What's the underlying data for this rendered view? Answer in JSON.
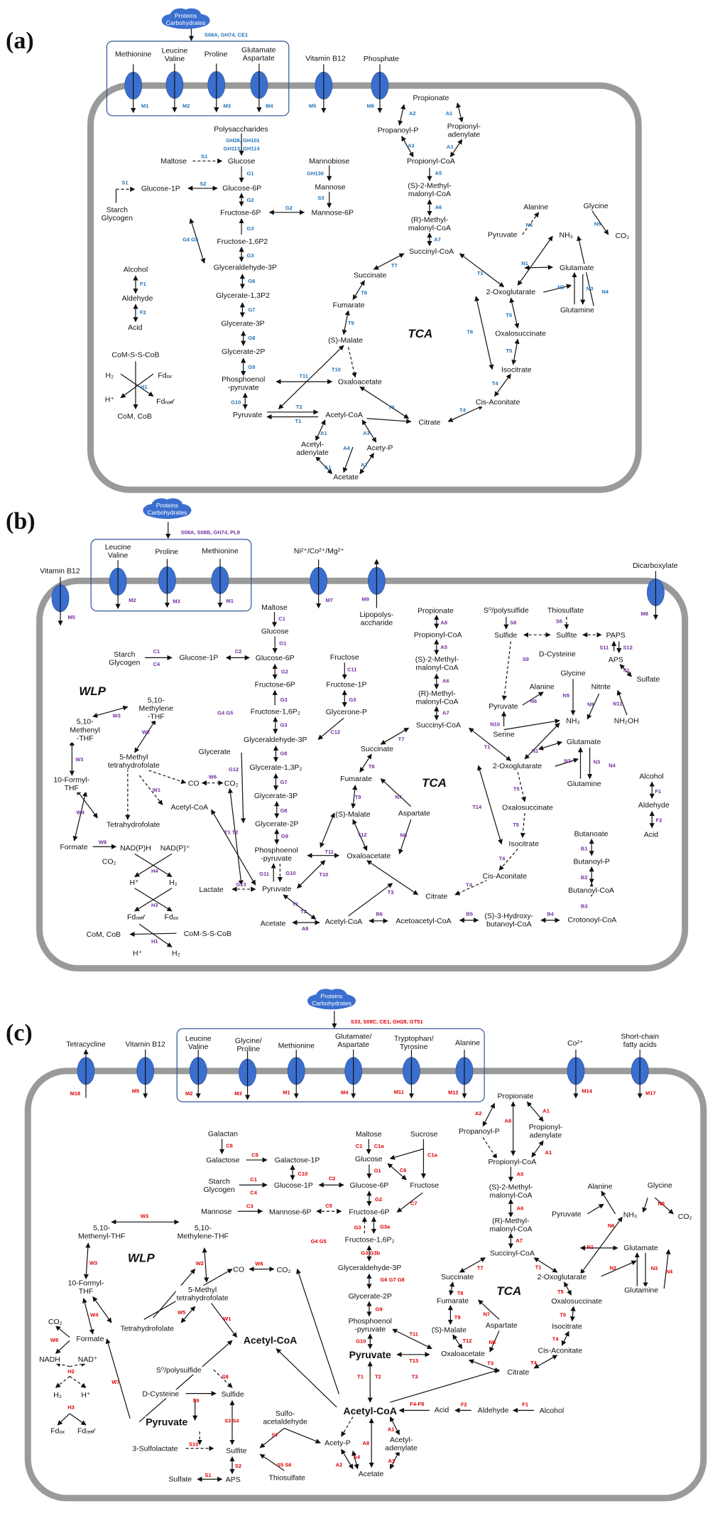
{
  "colors": {
    "panel_a_enzymes": "#1f72b8",
    "panel_b_enzymes": "#7030a0",
    "panel_c_enzymes": "#e00000",
    "membrane": "#9a9a9a",
    "transporter": "#3a6fd0",
    "cloud": "#3a6fd0"
  },
  "panels": [
    {
      "label": "(a)",
      "cloud": [
        "Proteins",
        "Carbohydrates"
      ],
      "cloud_enzymes": "S08A, GH74, CE1",
      "transporters": [
        {
          "substrate": "Methionine",
          "id": "M1"
        },
        {
          "substrate": "Leucine\nValine",
          "id": "M2"
        },
        {
          "substrate": "Proline",
          "id": "M3"
        },
        {
          "substrate": "Glutamate\nAspartate",
          "id": "M4"
        },
        {
          "substrate": "Vitamin B12",
          "id": "M5"
        },
        {
          "substrate": "Phosphate",
          "id": "M6"
        }
      ],
      "pathway_labels": [
        "TCA"
      ],
      "metabolites": [
        "Propionate",
        "Propanoyl-P",
        "Propionyl-\nadenylate",
        "Propionyl-CoA",
        "(S)-2-Methyl-\nmalonyl-CoA",
        "(R)-Methyl-\nmalonyl-CoA",
        "Succinyl-CoA",
        "Polysaccharides",
        "Maltose",
        "Glucose",
        "Mannobiose",
        "Mannose",
        "Glucose-1P",
        "Glucose-6P",
        "Starch\nGlycogen",
        "Fructose-6P",
        "Mannose-6P",
        "Fructose-1,6P2",
        "Glyceraldehyde-3P",
        "Glycerate-1,3P2",
        "Glycerate-3P",
        "Glycerate-2P",
        "Phosphoenol\n-pyruvate",
        "Pyruvate",
        "Acetyl-CoA",
        "Acetyl-\nadenylate",
        "Acety-P",
        "Acetate",
        "Alcohol",
        "Aldehyde",
        "Acid",
        "CoM-S-S-CoB",
        "H₂",
        "Fdₒₓ",
        "H⁺",
        "Fdᵣₑ𝒹",
        "CoM, CoB",
        "Succinate",
        "Fumarate",
        "(S)-Malate",
        "Oxaloacetate",
        "Citrate",
        "Cis-Aconitate",
        "Isocitrate",
        "Oxalosuccinate",
        "2-Oxoglutarate",
        "Glutamate",
        "Glutamine",
        "NH₃",
        "Alanine",
        "Glycine",
        "Pyruvate",
        "CO₂"
      ],
      "enzymes": [
        "A2",
        "A1",
        "A3",
        "A1",
        "A5",
        "A6",
        "A7",
        "GH28, GH101",
        "GH113, GH114",
        "S1",
        "G1",
        "S1",
        "S2",
        "GH130",
        "S3",
        "G2",
        "G2",
        "G3",
        "G4 G5",
        "G3",
        "G6",
        "G7",
        "G8",
        "G9",
        "G10",
        "T11",
        "T10",
        "T2",
        "T1",
        "A1",
        "A3",
        "A4",
        "A1",
        "A2",
        "T3",
        "T4",
        "T4",
        "T5",
        "T5",
        "T6",
        "T1",
        "T7",
        "T8",
        "T9",
        "F1",
        "F2",
        "H1",
        "N1",
        "N2",
        "N3",
        "N4",
        "N5",
        "N6"
      ]
    },
    {
      "label": "(b)",
      "cloud": [
        "Proteins",
        "Carbohydrates"
      ],
      "cloud_enzymes": "S08A, S08B, GH74, PL9",
      "transporters": [
        {
          "substrate": "Leucine\nValine",
          "id": "M2"
        },
        {
          "substrate": "Proline",
          "id": "M3"
        },
        {
          "substrate": "Methionine",
          "id": "M1"
        },
        {
          "substrate": "Vitamin B12",
          "id": "M5"
        },
        {
          "substrate": "Ni²⁺/Co²⁺/Mg²⁺",
          "id": "M7"
        },
        {
          "substrate": "Lipopolys-\naccharide",
          "id": "M9"
        },
        {
          "substrate": "Dicarboxylate",
          "id": "M8"
        }
      ],
      "pathway_labels": [
        "WLP",
        "TCA"
      ],
      "metabolites": [
        "Maltose",
        "Glucose",
        "Starch\nGlycogen",
        "Glucose-1P",
        "Glucose-6P",
        "Fructose",
        "Fructose-6P",
        "Fructose-1P",
        "Fructose-1,6P₂",
        "Glycerone-P",
        "Glyceraldehyde-3P",
        "Glycerate",
        "Glycerate-1,3P₂",
        "Glycerate-3P",
        "Glycerate-2P",
        "Phosphoenol\n-pyruvate",
        "Pyruvate",
        "Lactate",
        "Acetate",
        "Acetyl-CoA",
        "Acetoacetyl-CoA",
        "(S)-3-Hydroxy-\nbutanoyl-CoA",
        "Crotonoyl-CoA",
        "Butanoyl-CoA",
        "Butanoyl-P",
        "Butanoate",
        "Alcohol",
        "Aldehyde",
        "Acid",
        "Propionate",
        "Propionyl-CoA",
        "(S)-2-Methyl-\nmalonyl-CoA",
        "(R)-Methyl-\nmalonyl-CoA",
        "Succinyl-CoA",
        "Succinate",
        "Fumarate",
        "(S)-Malate",
        "Aspartate",
        "Oxaloacetate",
        "Citrate",
        "Cis-Aconitate",
        "Isocitrate",
        "Oxalosuccinate",
        "2-Oxoglutarate",
        "Glutamate",
        "Glutamine",
        "NH₃",
        "Serine",
        "Pyruvate",
        "Alanine",
        "Glycine",
        "Nitrite",
        "NH₂OH",
        "S⁰/polysulfide",
        "Thiosulfate",
        "Sulfide",
        "Sulfite",
        "PAPS",
        "D-Cysteine",
        "APS",
        "Sulfate",
        "5,10-\nMethylene\n-THF",
        "5,10-\nMethenyl\n-THF",
        "5-Methyl\ntetrahydrofolate",
        "10-Formyl-\nTHF",
        "CO",
        "CO₂",
        "Acetyl-CoA",
        "Tetrahydrofolate",
        "Formate",
        "CO₂",
        "NAD(P)H",
        "NAD(P)⁺",
        "H⁺",
        "H₂",
        "Fdᵣₑ𝒹",
        "Fdₒₓ",
        "CoM, CoB",
        "CoM-S-S-CoB",
        "H⁺",
        "H₂"
      ],
      "enzymes": [
        "C1",
        "G1",
        "C1",
        "C4",
        "C2",
        "G2",
        "C11",
        "G3",
        "G3",
        "G4 G5",
        "G3",
        "C12",
        "G6",
        "G12",
        "G7",
        "G8",
        "G9",
        "G11",
        "G10",
        "T1 T2",
        "G13",
        "T1",
        "T2",
        "A8",
        "B6",
        "B5",
        "B4",
        "B3",
        "B2",
        "B1",
        "F1",
        "F2",
        "A8",
        "A5",
        "A6",
        "A7",
        "T7",
        "T8",
        "T9",
        "T12",
        "N7",
        "N8",
        "T11",
        "T10",
        "T3",
        "T4",
        "T4",
        "T5",
        "T5",
        "T14",
        "T1",
        "N1",
        "N2",
        "N3",
        "N4",
        "N5",
        "N6",
        "N9",
        "N10",
        "N11",
        "S8",
        "S6",
        "S9",
        "S11",
        "S12",
        "S1",
        "W3",
        "W2",
        "W3",
        "W1",
        "W6",
        "W4",
        "W8",
        "H4",
        "H3",
        "H1"
      ]
    },
    {
      "label": "(c)",
      "cloud": [
        "Proteins",
        "Carbohydrates"
      ],
      "cloud_enzymes": "S33, S09C, CE1, GH28, GT51",
      "transporters": [
        {
          "substrate": "Tetracycline",
          "id": "M18"
        },
        {
          "substrate": "Vitamin B12",
          "id": "M5"
        },
        {
          "substrate": "Leucine\nValine",
          "id": "M2"
        },
        {
          "substrate": "Glycine/\nProline",
          "id": "M3"
        },
        {
          "substrate": "Methionine",
          "id": "M1"
        },
        {
          "substrate": "Glutamate/\nAspartate",
          "id": "M4"
        },
        {
          "substrate": "Tryptophan/\nTyrosine",
          "id": "M11"
        },
        {
          "substrate": "Alanine",
          "id": "M12"
        },
        {
          "substrate": "Co²⁺",
          "id": "M14"
        },
        {
          "substrate": "Short-chain\nfatty acids",
          "id": "M17"
        }
      ],
      "pathway_labels": [
        "WLP",
        "TCA"
      ],
      "metabolites": [
        "Propionate",
        "Propanoyl-P",
        "Propionyl-\nadenylate",
        "Propionyl-CoA",
        "(S)-2-Methyl-\nmalonyl-CoA",
        "(R)-Methyl-\nmalonyl-CoA",
        "Succinyl-CoA",
        "Succinate",
        "Fumarate",
        "(S)-Malate",
        "Aspartate",
        "Oxaloacetate",
        "Citrate",
        "Cis-Aconitate",
        "Isocitrate",
        "Oxalosuccinate",
        "2-Oxoglutarate",
        "Glutamate",
        "Glutamine",
        "NH₃",
        "Alanine",
        "Glycine",
        "Pyruvate",
        "CO₂",
        "Galactan",
        "Galactose",
        "Galactose-1P",
        "Starch\nGlycogen",
        "Glucose-1P",
        "Maltose",
        "Sucrose",
        "Glucose",
        "Glucose-6P",
        "Fructose",
        "Mannose",
        "Mannose-6P",
        "Fructose-6P",
        "Fructose-1,6P₂",
        "Glyceraldehyde-3P",
        "Glycerate-2P",
        "Phosphoenol\n-pyruvate",
        "Pyruvate",
        "Acetyl-CoA",
        "Acid",
        "Aldehyde",
        "Alcohol",
        "Acety-P",
        "Acetyl-\nadenylate",
        "Acetate",
        "5,10-\nMethenyl-THF",
        "5,10-\nMethylene-THF",
        "10-Formyl-\nTHF",
        "CO",
        "CO₂",
        "5-Methyl\ntetrahydrofolate",
        "Tetrahydrofolate",
        "Acetyl-CoA",
        "CO₂",
        "Formate",
        "NADH",
        "NAD⁺",
        "H₂",
        "H⁺",
        "Fdₒₓ",
        "Fdᵣₑ𝒹",
        "S⁰/polysulfide",
        "D-Cysteine",
        "Sulfide",
        "Pyruvate",
        "Sulfo-\nacetaldehyde",
        "3-Sulfolactate",
        "Sulfite",
        "Sulfate",
        "APS",
        "Thiosulfate"
      ],
      "enzymes": [
        "A2",
        "A8",
        "A1",
        "A1",
        "A5",
        "A6",
        "A7",
        "T7",
        "T1",
        "T8",
        "T9",
        "N7",
        "T12",
        "N8",
        "T5",
        "T5",
        "T4",
        "T3",
        "T4",
        "T11",
        "T13",
        "T3",
        "N1",
        "N2",
        "N3",
        "N4",
        "N5",
        "N6",
        "C8",
        "C9",
        "C10",
        "C1",
        "C4",
        "C2",
        "C1",
        "C1a",
        "C1a",
        "C6",
        "G1",
        "C7",
        "C3",
        "C5",
        "G2",
        "G3",
        "G3a",
        "G4 G5",
        "G3 G3b",
        "G6 G7 G8",
        "G9",
        "G10",
        "T1",
        "T2",
        "F4-F8",
        "F2",
        "F1",
        "A8",
        "A1",
        "A1",
        "A4",
        "A2",
        "W3",
        "W3",
        "W2",
        "W6",
        "W5",
        "W1",
        "W4",
        "W8",
        "W7",
        "H2",
        "H3",
        "S8",
        "S9",
        "S3 S4",
        "S7",
        "S10",
        "S5 S6",
        "S2",
        "S1"
      ]
    }
  ]
}
